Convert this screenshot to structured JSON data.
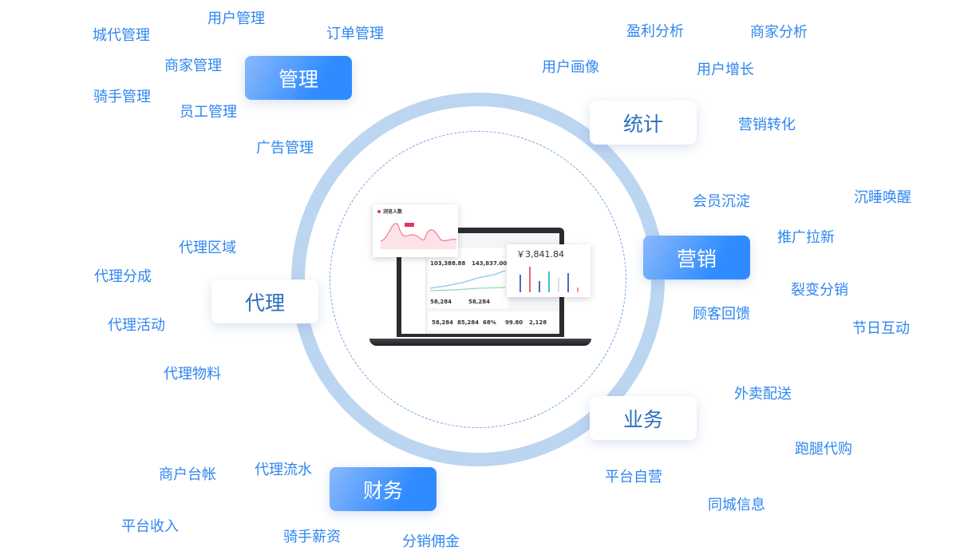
{
  "categories": {
    "management": "管理",
    "statistics": "统计",
    "marketing": "营销",
    "agent": "代理",
    "business": "业务",
    "finance": "财务"
  },
  "management_items": [
    "城代管理",
    "用户管理",
    "订单管理",
    "商家管理",
    "骑手管理",
    "员工管理",
    "广告管理"
  ],
  "statistics_items": [
    "盈利分析",
    "商家分析",
    "用户画像",
    "用户增长",
    "营销转化"
  ],
  "marketing_items": [
    "会员沉淀",
    "沉睡唤醒",
    "推广拉新",
    "裂变分销",
    "顾客回馈",
    "节日互动"
  ],
  "agent_items": [
    "代理区域",
    "代理分成",
    "代理活动",
    "代理物料"
  ],
  "business_items": [
    "外卖配送",
    "跑腿代购",
    "平台自营",
    "同城信息"
  ],
  "finance_items": [
    "商户台帐",
    "代理流水",
    "平台收入",
    "骑手薪资",
    "分销佣金"
  ],
  "dashboard": {
    "line_card_title": "浏览人数",
    "amount": "￥3,841.84",
    "stats": [
      "58,284",
      "85,284",
      "68%",
      "99.80",
      "2,128"
    ],
    "top_stats": [
      "103,388.88",
      "143,837.00",
      "58,284",
      "58,284"
    ]
  },
  "colors": {
    "accent": "#2f86f0",
    "ring": "#bcd5f1"
  }
}
